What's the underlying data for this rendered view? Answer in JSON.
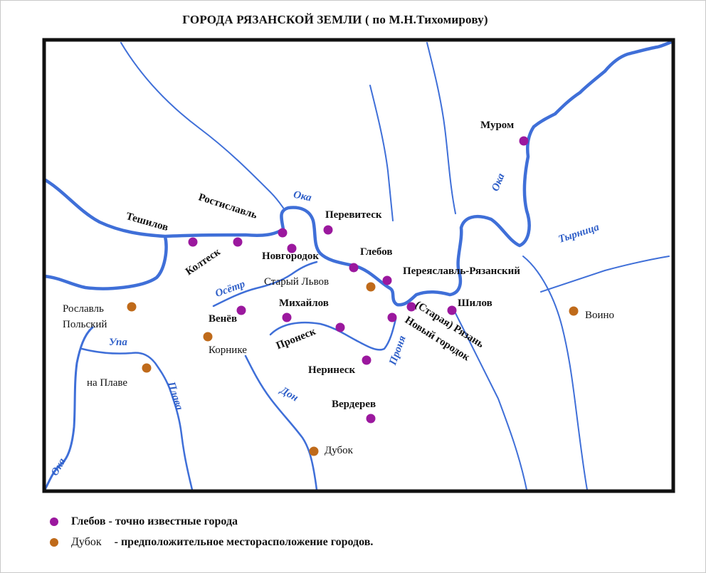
{
  "title": "ГОРОДА РЯЗАНСКОЙ ЗЕМЛИ ( по М.Н.Тихомирову)",
  "colors": {
    "known_city": "#9b189e",
    "presumed_city": "#bf6a1a",
    "river": "#3f6fd8",
    "frame": "#111111"
  },
  "rivers": {
    "oka_top": "Ока",
    "oka_east": "Ока",
    "oka_southwest": "Ока",
    "oset": "Осётр",
    "upa": "Упа",
    "plava": "Плава",
    "don": "Дон",
    "pronya": "Проня",
    "tyrnitsa": "Тырница"
  },
  "cities_known": [
    {
      "id": "murom",
      "label": "Муром"
    },
    {
      "id": "pereviteck",
      "label": "Перевитеск"
    },
    {
      "id": "rostislavl",
      "label": "Ростиславль"
    },
    {
      "id": "teshilov",
      "label": "Тешилов"
    },
    {
      "id": "koltesk",
      "label": "Колтеск"
    },
    {
      "id": "novgorodok",
      "label": "Новгородок"
    },
    {
      "id": "glebov",
      "label": "Глебов"
    },
    {
      "id": "pereyaslavl",
      "label": "Переяславль-Рязанский"
    },
    {
      "id": "shilov",
      "label": "Шилов"
    },
    {
      "id": "staraya_ryazan",
      "label": "(Старая) Рязань"
    },
    {
      "id": "novy_gorodok",
      "label": "Новый городок"
    },
    {
      "id": "mikhailov",
      "label": "Михайлов"
    },
    {
      "id": "pronesk",
      "label": "Пронеск"
    },
    {
      "id": "nerinesk",
      "label": "Неринеск"
    },
    {
      "id": "venev",
      "label": "Венёв"
    },
    {
      "id": "verderev",
      "label": "Вердерев"
    }
  ],
  "cities_presumed": [
    {
      "id": "stary_lvov",
      "label": "Старый Львов"
    },
    {
      "id": "roslavl",
      "label": "Рославль\nПольский"
    },
    {
      "id": "na_plave",
      "label": "на Плаве"
    },
    {
      "id": "kornike",
      "label": "Корнике"
    },
    {
      "id": "dubok",
      "label": "Дубок"
    },
    {
      "id": "voino",
      "label": "Воино"
    }
  ],
  "legend": {
    "known_city_label": "Глебов",
    "known_city_text": " - точно известные города",
    "presumed_city_label": "Дубок",
    "presumed_city_text": " - предположительное месторасположение городов."
  }
}
